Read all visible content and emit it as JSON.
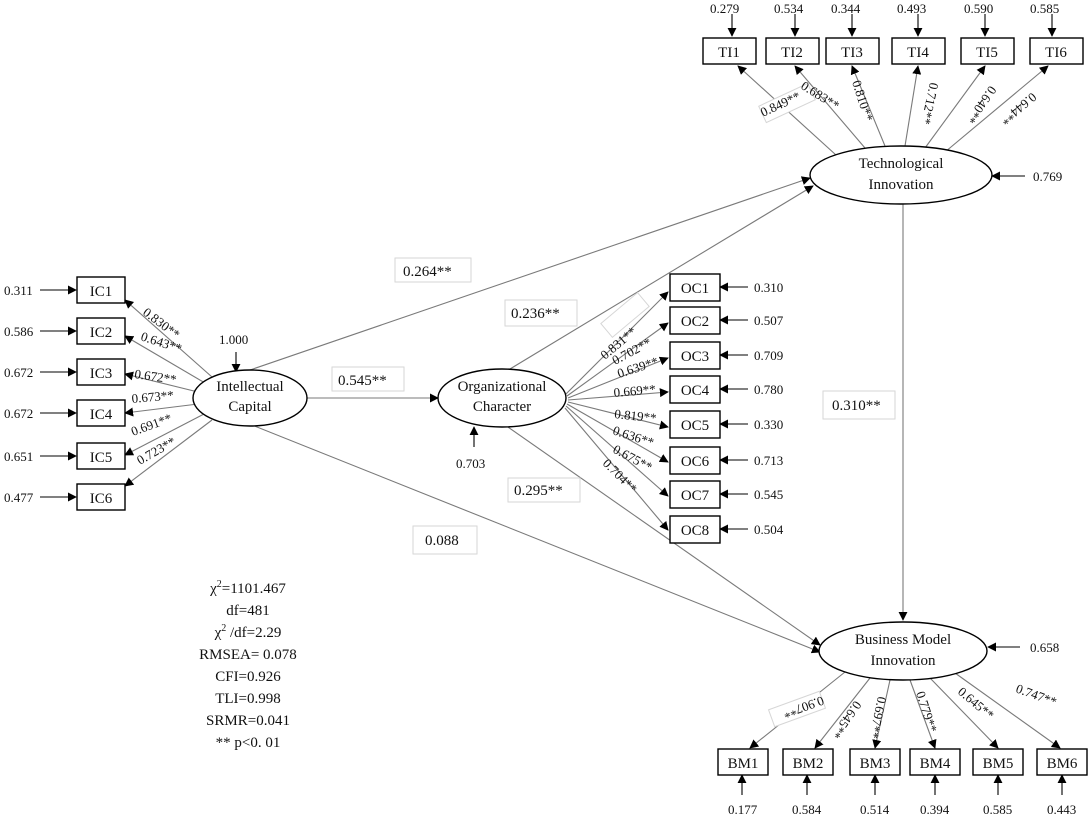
{
  "latents": {
    "ic": {
      "line1": "Intellectual",
      "line2": "Capital"
    },
    "oc": {
      "line1": "Organizational",
      "line2": "Character"
    },
    "ti": {
      "line1": "Technological",
      "line2": "Innovation"
    },
    "bm": {
      "line1": "Business Model",
      "line2": "Innovation"
    }
  },
  "indicators": {
    "ic": [
      {
        "name": "IC1",
        "error": "0.311",
        "loading": "0.830**"
      },
      {
        "name": "IC2",
        "error": "0.586",
        "loading": "0.643**"
      },
      {
        "name": "IC3",
        "error": "0.672",
        "loading": "0.672**"
      },
      {
        "name": "IC4",
        "error": "0.672",
        "loading": "0.673**"
      },
      {
        "name": "IC5",
        "error": "0.651",
        "loading": "0.691**"
      },
      {
        "name": "IC6",
        "error": "0.477",
        "loading": "0.723**"
      }
    ],
    "oc": [
      {
        "name": "OC1",
        "error": "0.310",
        "loading": "0.831**"
      },
      {
        "name": "OC2",
        "error": "0.507",
        "loading": "0.702**"
      },
      {
        "name": "OC3",
        "error": "0.709",
        "loading": "0.639**"
      },
      {
        "name": "OC4",
        "error": "0.780",
        "loading": "0.669**"
      },
      {
        "name": "OC5",
        "error": "0.330",
        "loading": "0.819**"
      },
      {
        "name": "OC6",
        "error": "0.713",
        "loading": "0.636**"
      },
      {
        "name": "OC7",
        "error": "0.545",
        "loading": "0.675**"
      },
      {
        "name": "OC8",
        "error": "0.504",
        "loading": "0.704**"
      }
    ],
    "ti": [
      {
        "name": "TI1",
        "error": "0.279",
        "loading": "0.849**"
      },
      {
        "name": "TI2",
        "error": "0.534",
        "loading": "0.683**"
      },
      {
        "name": "TI3",
        "error": "0.344",
        "loading": "0.810**"
      },
      {
        "name": "TI4",
        "error": "0.493",
        "loading": "0.712**"
      },
      {
        "name": "TI5",
        "error": "0.590",
        "loading": "0.640**"
      },
      {
        "name": "TI6",
        "error": "0.585",
        "loading": "0.644**"
      }
    ],
    "bm": [
      {
        "name": "BM1",
        "error": "0.177",
        "loading": "0.907**"
      },
      {
        "name": "BM2",
        "error": "0.584",
        "loading": "0.645**"
      },
      {
        "name": "BM3",
        "error": "0.514",
        "loading": "0.697**"
      },
      {
        "name": "BM4",
        "error": "0.394",
        "loading": "0.779**"
      },
      {
        "name": "BM5",
        "error": "0.585",
        "loading": "0.645**"
      },
      {
        "name": "BM6",
        "error": "0.443",
        "loading": "0.747**"
      }
    ]
  },
  "paths": {
    "ic_ti": "0.264**",
    "oc_ti": "0.236**",
    "ic_oc": "0.545**",
    "oc_bm": "0.295**",
    "ic_bm": "0.088",
    "ti_bm": "0.310**"
  },
  "latent_errors": {
    "ic": "1.000",
    "oc": "0.703",
    "ti": "0.769",
    "bm": "0.658"
  },
  "fit": {
    "chi2_prefix": "χ",
    "chi2_sup": "2",
    "chi2_value": "=1101.467",
    "df": "df=481",
    "chi2df_prefix": "χ",
    "chi2df_sup": "2",
    "chi2df_value": " /df=2.29",
    "rmsea": "RMSEA= 0.078",
    "cfi": "CFI=0.926",
    "tli": "TLI=0.998",
    "srmr": "SRMR=0.041",
    "note": "**  p<0. 01"
  }
}
